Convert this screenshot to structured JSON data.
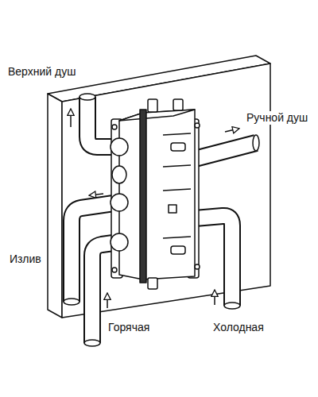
{
  "diagram": {
    "labels": [
      "Верхний душ",
      "Ручной душ",
      "Излив",
      "Горячая",
      "Холодная"
    ]
  }
}
